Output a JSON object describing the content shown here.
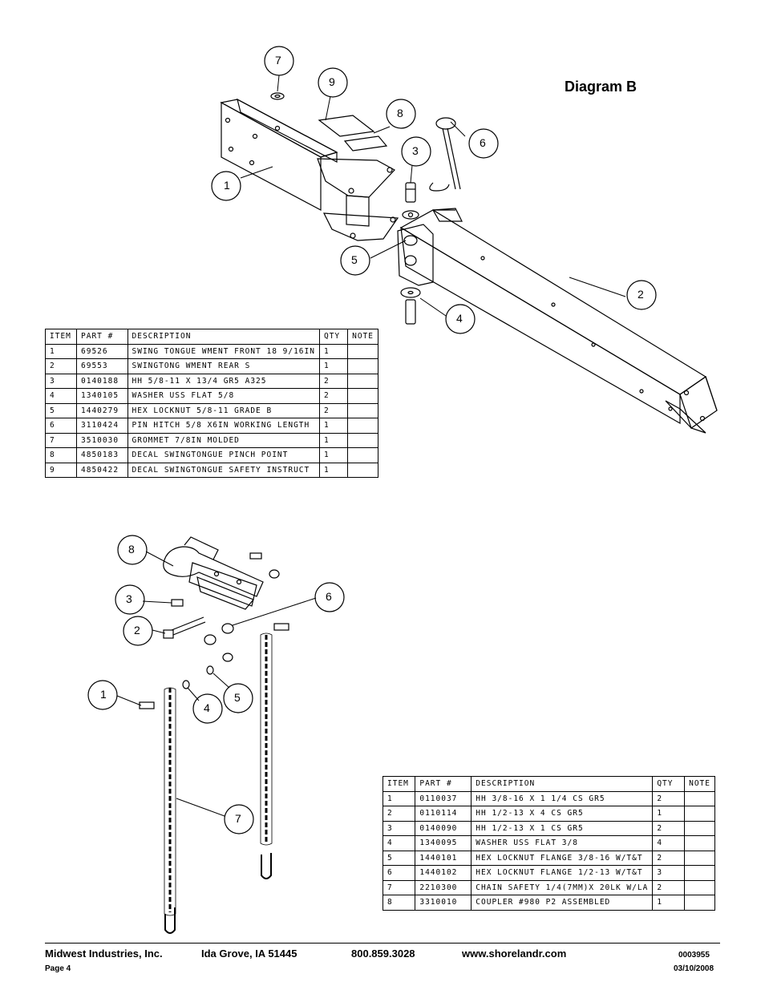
{
  "diagram_title": "Diagram B",
  "callouts_top": [
    "7",
    "9",
    "8",
    "3",
    "6",
    "1",
    "5",
    "2",
    "4"
  ],
  "callouts_bottom": [
    "8",
    "3",
    "6",
    "2",
    "1",
    "4",
    "5",
    "7"
  ],
  "table_a": {
    "headers": [
      "ITEM",
      "PART #",
      "DESCRIPTION",
      "QTY",
      "NOTE"
    ],
    "rows": [
      [
        "1",
        "69526",
        "SWING TONGUE WMENT FRONT 18 9/16IN",
        "1",
        ""
      ],
      [
        "2",
        "69553",
        "SWINGTONG WMENT REAR S",
        "1",
        ""
      ],
      [
        "3",
        "0140188",
        "HH 5/8-11 X 13/4  GR5 A325",
        "2",
        ""
      ],
      [
        "4",
        "1340105",
        "WASHER USS FLAT 5/8",
        "2",
        ""
      ],
      [
        "5",
        "1440279",
        "HEX LOCKNUT 5/8-11 GRADE B",
        "2",
        ""
      ],
      [
        "6",
        "3110424",
        "PIN HITCH 5/8 X6IN WORKING LENGTH",
        "1",
        ""
      ],
      [
        "7",
        "3510030",
        "GROMMET  7/8IN MOLDED",
        "1",
        ""
      ],
      [
        "8",
        "4850183",
        "DECAL SWINGTONGUE PINCH POINT",
        "1",
        ""
      ],
      [
        "9",
        "4850422",
        "DECAL SWINGTONGUE SAFETY INSTRUCT",
        "1",
        ""
      ]
    ]
  },
  "table_b": {
    "headers": [
      "ITEM",
      "PART #",
      "DESCRIPTION",
      "QTY",
      "NOTE"
    ],
    "rows": [
      [
        "1",
        "0110037",
        "HH 3/8-16 X 1 1/4 CS GR5",
        "2",
        ""
      ],
      [
        "2",
        "0110114",
        "HH 1/2-13 X 4 CS GR5",
        "1",
        ""
      ],
      [
        "3",
        "0140090",
        "HH 1/2-13 X 1 CS GR5",
        "2",
        ""
      ],
      [
        "4",
        "1340095",
        "WASHER USS FLAT 3/8",
        "4",
        ""
      ],
      [
        "5",
        "1440101",
        "HEX LOCKNUT FLANGE 3/8-16 W/T&T",
        "2",
        ""
      ],
      [
        "6",
        "1440102",
        "HEX LOCKNUT FLANGE 1/2-13 W/T&T",
        "3",
        ""
      ],
      [
        "7",
        "2210300",
        "CHAIN SAFETY 1/4(7MM)X 20LK W/LA",
        "2",
        ""
      ],
      [
        "8",
        "3310010",
        "COUPLER #980 P2 ASSEMBLED",
        "1",
        ""
      ]
    ]
  },
  "footer": {
    "company": "Midwest Industries, Inc.",
    "city": "Ida Grove, IA  51445",
    "phone": "800.859.3028",
    "website": "www.shorelandr.com",
    "doc_number": "0003955",
    "page": "Page 4",
    "date": "03/10/2008"
  }
}
